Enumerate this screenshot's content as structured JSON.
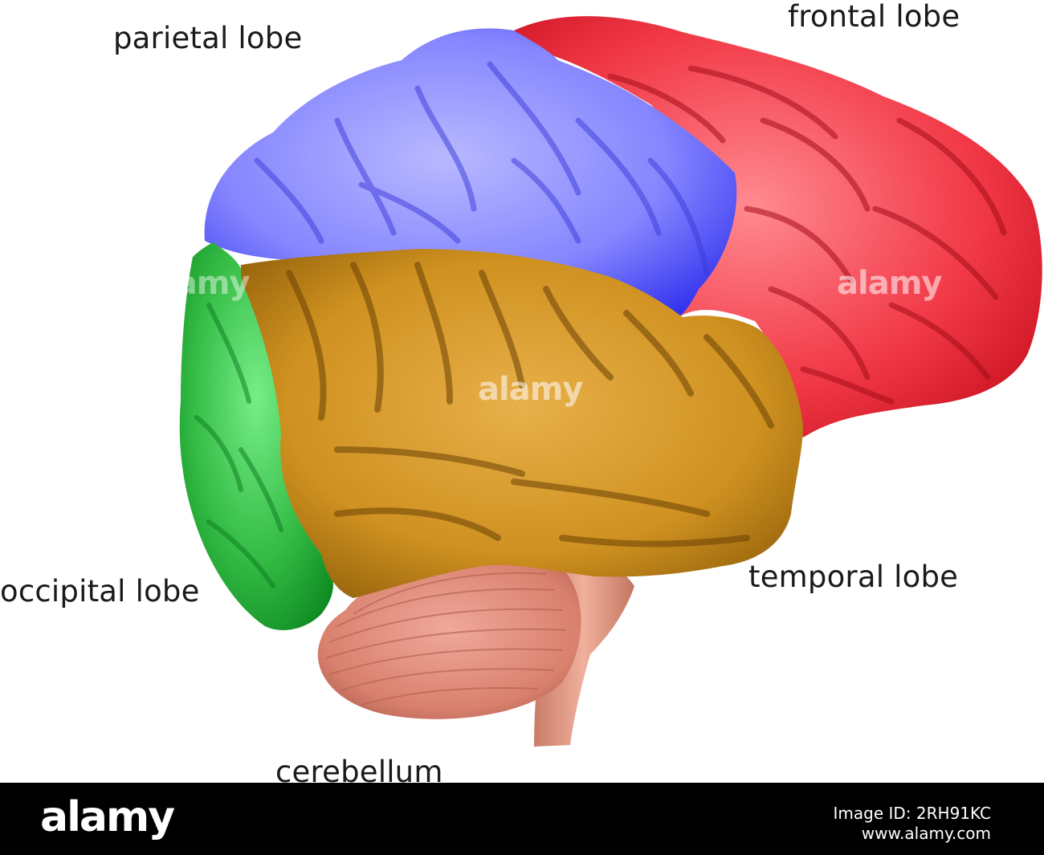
{
  "labels": {
    "parietal": "parietal lobe",
    "frontal": "frontal lobe",
    "occipital": "occipital lobe",
    "temporal": "temporal lobe",
    "cerebellum": "cerebellum"
  },
  "colors": {
    "parietal": "#7b7bff",
    "frontal": "#ee3344",
    "occipital": "#33bb44",
    "temporal": "#d4961e",
    "cerebellum": "#dd8877",
    "brainstem": "#e09a86"
  },
  "watermark": {
    "text": "alamy"
  },
  "footer": {
    "logo": "alamy",
    "image_id": "Image ID: 2RH91KC",
    "url": "www.alamy.com"
  }
}
